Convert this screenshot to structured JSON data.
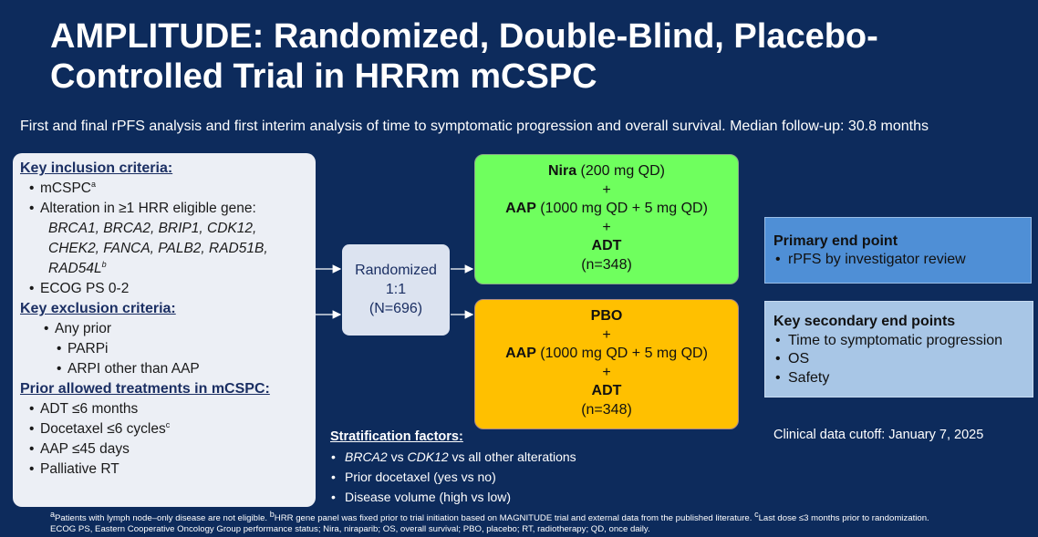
{
  "title": "AMPLITUDE: Randomized, Double-Blind, Placebo-Controlled Trial in HRRm mCSPC",
  "subtitle": "First and final rPFS analysis and first interim analysis of time to symptomatic progression and overall survival. Median follow-up: 30.8 months",
  "criteria": {
    "inclusion_head": "Key inclusion criteria:",
    "inc_1": "mCSPC",
    "inc_1_sup": "a",
    "inc_2": "Alteration in ≥1 HRR eligible gene:",
    "genes_1": "BRCA1, BRCA2, BRIP1, CDK12,",
    "genes_2": "CHEK2, FANCA, PALB2, RAD51B,",
    "genes_3": "RAD54L",
    "genes_3_sup": "b",
    "inc_3": "ECOG PS 0-2",
    "exclusion_head": "Key exclusion criteria:",
    "exc_1": "Any prior",
    "exc_1a": "PARPi",
    "exc_1b": "ARPI other than AAP",
    "prior_head": "Prior allowed treatments in mCSPC:",
    "prior_1": "ADT ≤6 months",
    "prior_2": "Docetaxel ≤6 cycles",
    "prior_2_sup": "c",
    "prior_3": "AAP ≤45 days",
    "prior_4": "Palliative RT"
  },
  "randomization": {
    "line1": "Randomized",
    "line2": "1:1",
    "line3": "(N=696)"
  },
  "arm1": {
    "drug1": "Nira",
    "dose1": " (200 mg QD)",
    "plus1": "+",
    "drug2": "AAP",
    "dose2": " (1000 mg QD + 5 mg QD)",
    "plus2": "+",
    "drug3": "ADT",
    "n": "(n=348)"
  },
  "arm2": {
    "drug1": "PBO",
    "plus1": "+",
    "drug2": "AAP",
    "dose2": " (1000 mg QD + 5 mg QD)",
    "plus2": "+",
    "drug3": "ADT",
    "n": "(n=348)"
  },
  "primary": {
    "title": "Primary end point",
    "item1": "rPFS by investigator review"
  },
  "secondary": {
    "title": "Key secondary end points",
    "item1": "Time to symptomatic progression",
    "item2": "OS",
    "item3": "Safety"
  },
  "stratification": {
    "head": "Stratification factors:",
    "i1_a": "BRCA2",
    "i1_b": " vs ",
    "i1_c": "CDK12",
    "i1_d": " vs all other alterations",
    "i2": "Prior docetaxel (yes vs no)",
    "i3": "Disease volume (high vs low)"
  },
  "cutoff": "Clinical data cutoff: January 7, 2025",
  "footnote": {
    "line1_sup_a": "a",
    "line1_a": "Patients with lymph node–only disease are not eligible. ",
    "line1_sup_b": "b",
    "line1_b": "HRR gene panel was fixed prior to trial initiation based on MAGNITUDE trial and external data from the published literature. ",
    "line1_sup_c": "c",
    "line1_c": "Last dose ≤3 months prior to randomization.",
    "line2": "ECOG PS, Eastern Cooperative Oncology Group performance status; Nira, niraparib; OS, overall survival; PBO, placebo; RT, radiotherapy; QD, once daily."
  },
  "colors": {
    "background": "#0d2b5c",
    "arm1": "#6fff5e",
    "arm2": "#ffc000",
    "primary": "#4f8fd6",
    "secondary": "#a8c6e6"
  }
}
